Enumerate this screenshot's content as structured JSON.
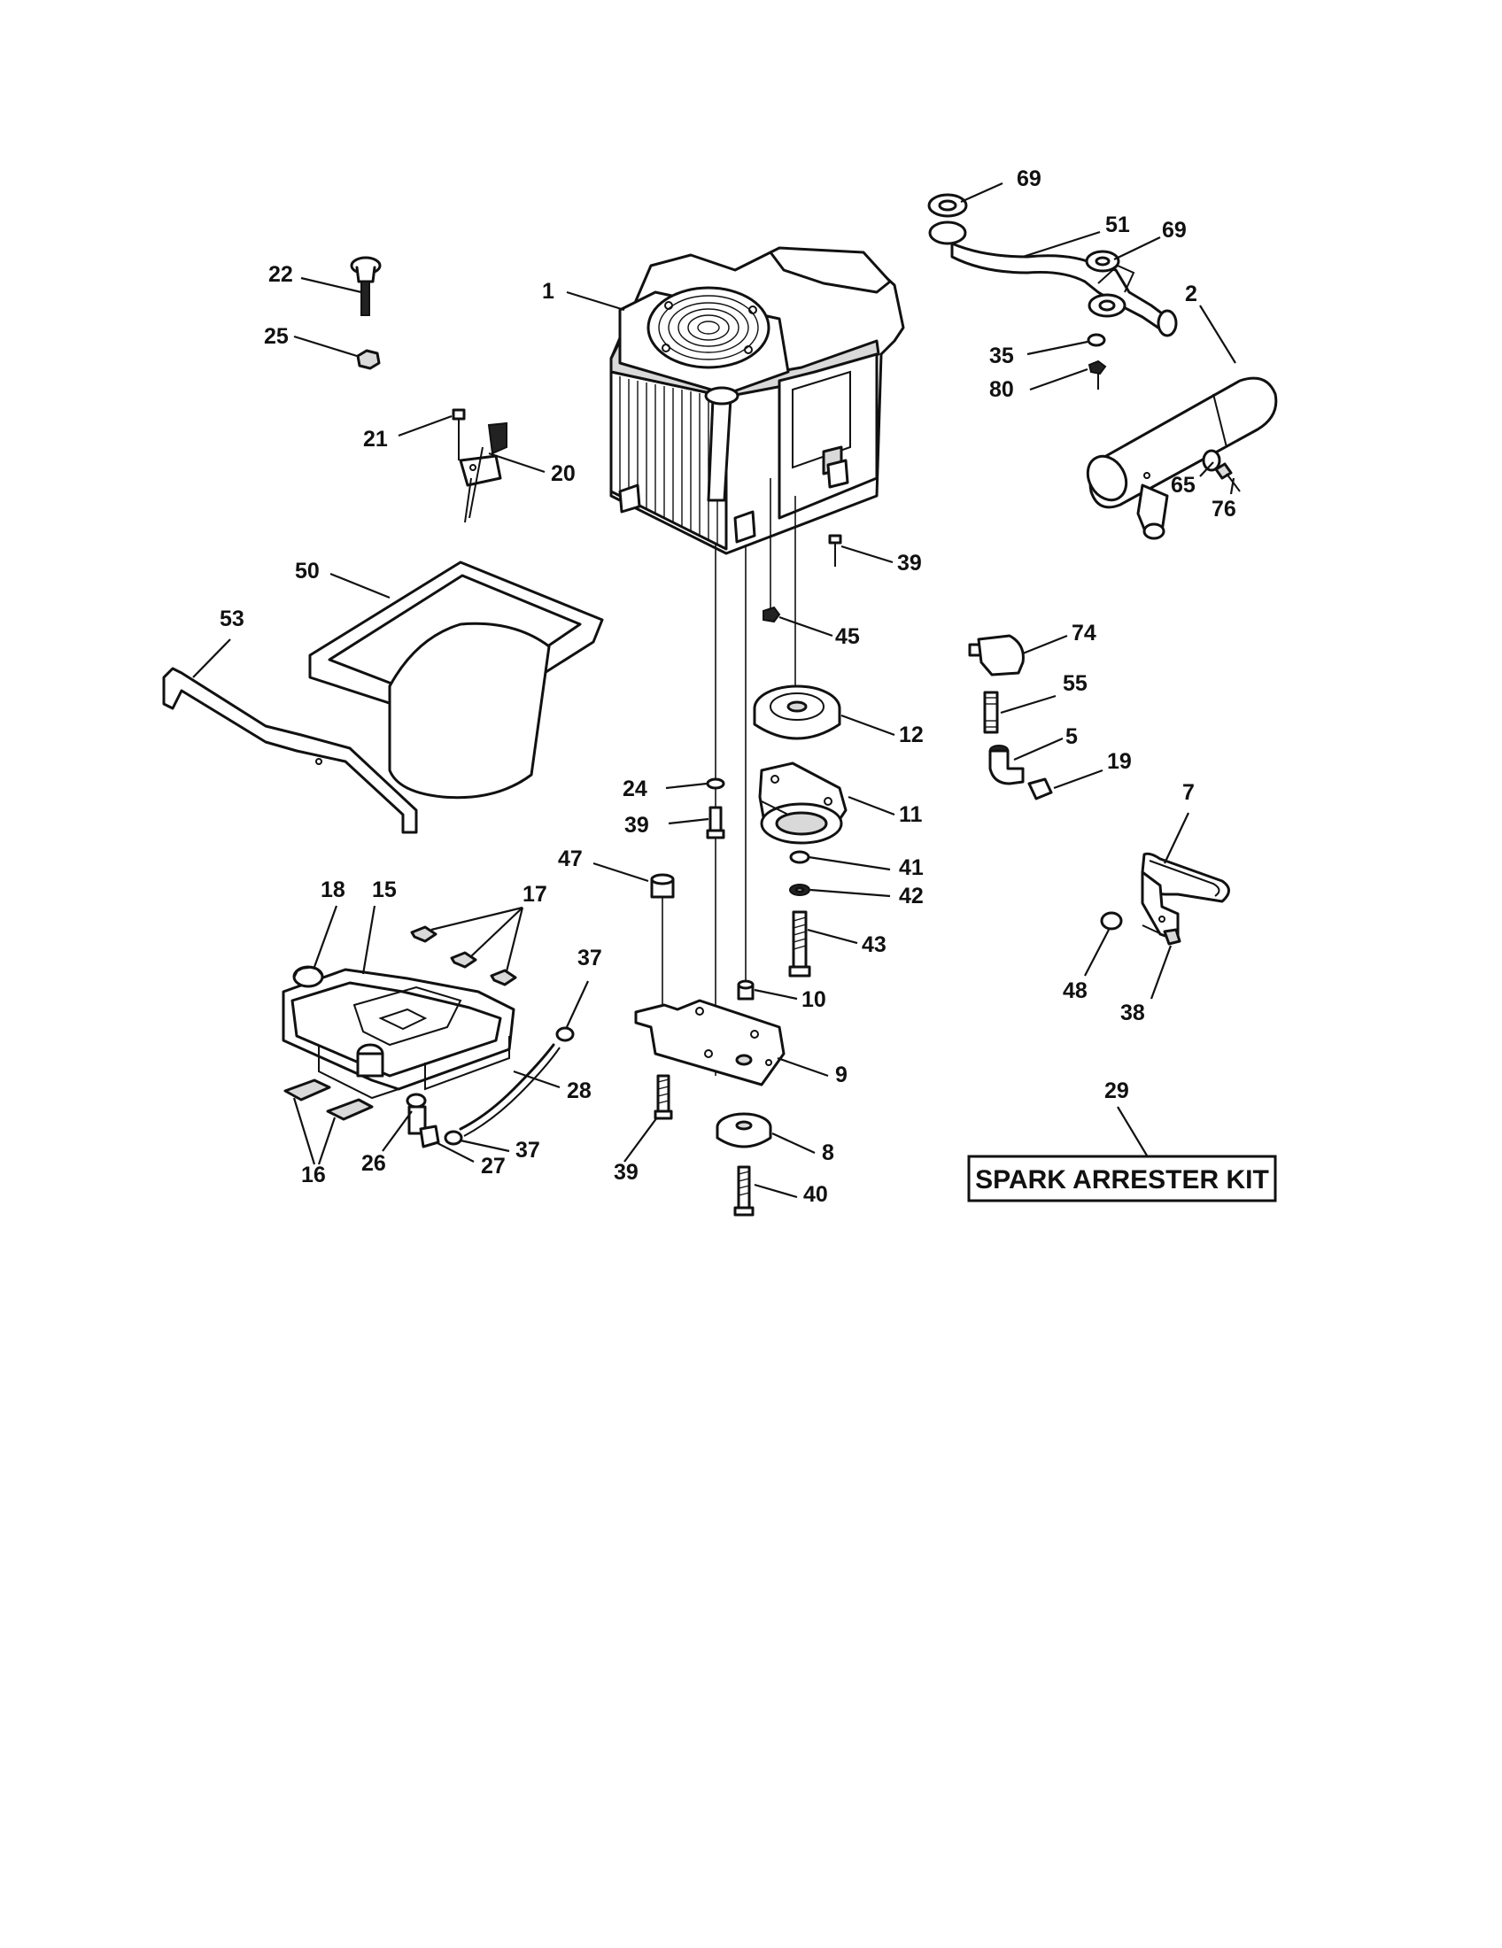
{
  "diagram": {
    "callouts": [
      {
        "id": "c1",
        "text": "1"
      },
      {
        "id": "c2",
        "text": "2"
      },
      {
        "id": "c5",
        "text": "5"
      },
      {
        "id": "c7",
        "text": "7"
      },
      {
        "id": "c8",
        "text": "8"
      },
      {
        "id": "c9",
        "text": "9"
      },
      {
        "id": "c10",
        "text": "10"
      },
      {
        "id": "c11",
        "text": "11"
      },
      {
        "id": "c12",
        "text": "12"
      },
      {
        "id": "c15",
        "text": "15"
      },
      {
        "id": "c16",
        "text": "16"
      },
      {
        "id": "c17",
        "text": "17"
      },
      {
        "id": "c18",
        "text": "18"
      },
      {
        "id": "c19",
        "text": "19"
      },
      {
        "id": "c20",
        "text": "20"
      },
      {
        "id": "c21",
        "text": "21"
      },
      {
        "id": "c22",
        "text": "22"
      },
      {
        "id": "c24",
        "text": "24"
      },
      {
        "id": "c25",
        "text": "25"
      },
      {
        "id": "c26",
        "text": "26"
      },
      {
        "id": "c27",
        "text": "27"
      },
      {
        "id": "c28",
        "text": "28"
      },
      {
        "id": "c29",
        "text": "29"
      },
      {
        "id": "c35",
        "text": "35"
      },
      {
        "id": "c37a",
        "text": "37"
      },
      {
        "id": "c37b",
        "text": "37"
      },
      {
        "id": "c38",
        "text": "38"
      },
      {
        "id": "c39a",
        "text": "39"
      },
      {
        "id": "c39b",
        "text": "39"
      },
      {
        "id": "c39c",
        "text": "39"
      },
      {
        "id": "c40",
        "text": "40"
      },
      {
        "id": "c41",
        "text": "41"
      },
      {
        "id": "c42",
        "text": "42"
      },
      {
        "id": "c43",
        "text": "43"
      },
      {
        "id": "c45",
        "text": "45"
      },
      {
        "id": "c47",
        "text": "47"
      },
      {
        "id": "c48",
        "text": "48"
      },
      {
        "id": "c50",
        "text": "50"
      },
      {
        "id": "c51",
        "text": "51"
      },
      {
        "id": "c53",
        "text": "53"
      },
      {
        "id": "c55",
        "text": "55"
      },
      {
        "id": "c65",
        "text": "65"
      },
      {
        "id": "c69a",
        "text": "69"
      },
      {
        "id": "c69b",
        "text": "69"
      },
      {
        "id": "c74",
        "text": "74"
      },
      {
        "id": "c76",
        "text": "76"
      },
      {
        "id": "c80",
        "text": "80"
      }
    ],
    "kit_label": "SPARK ARRESTER KIT"
  }
}
